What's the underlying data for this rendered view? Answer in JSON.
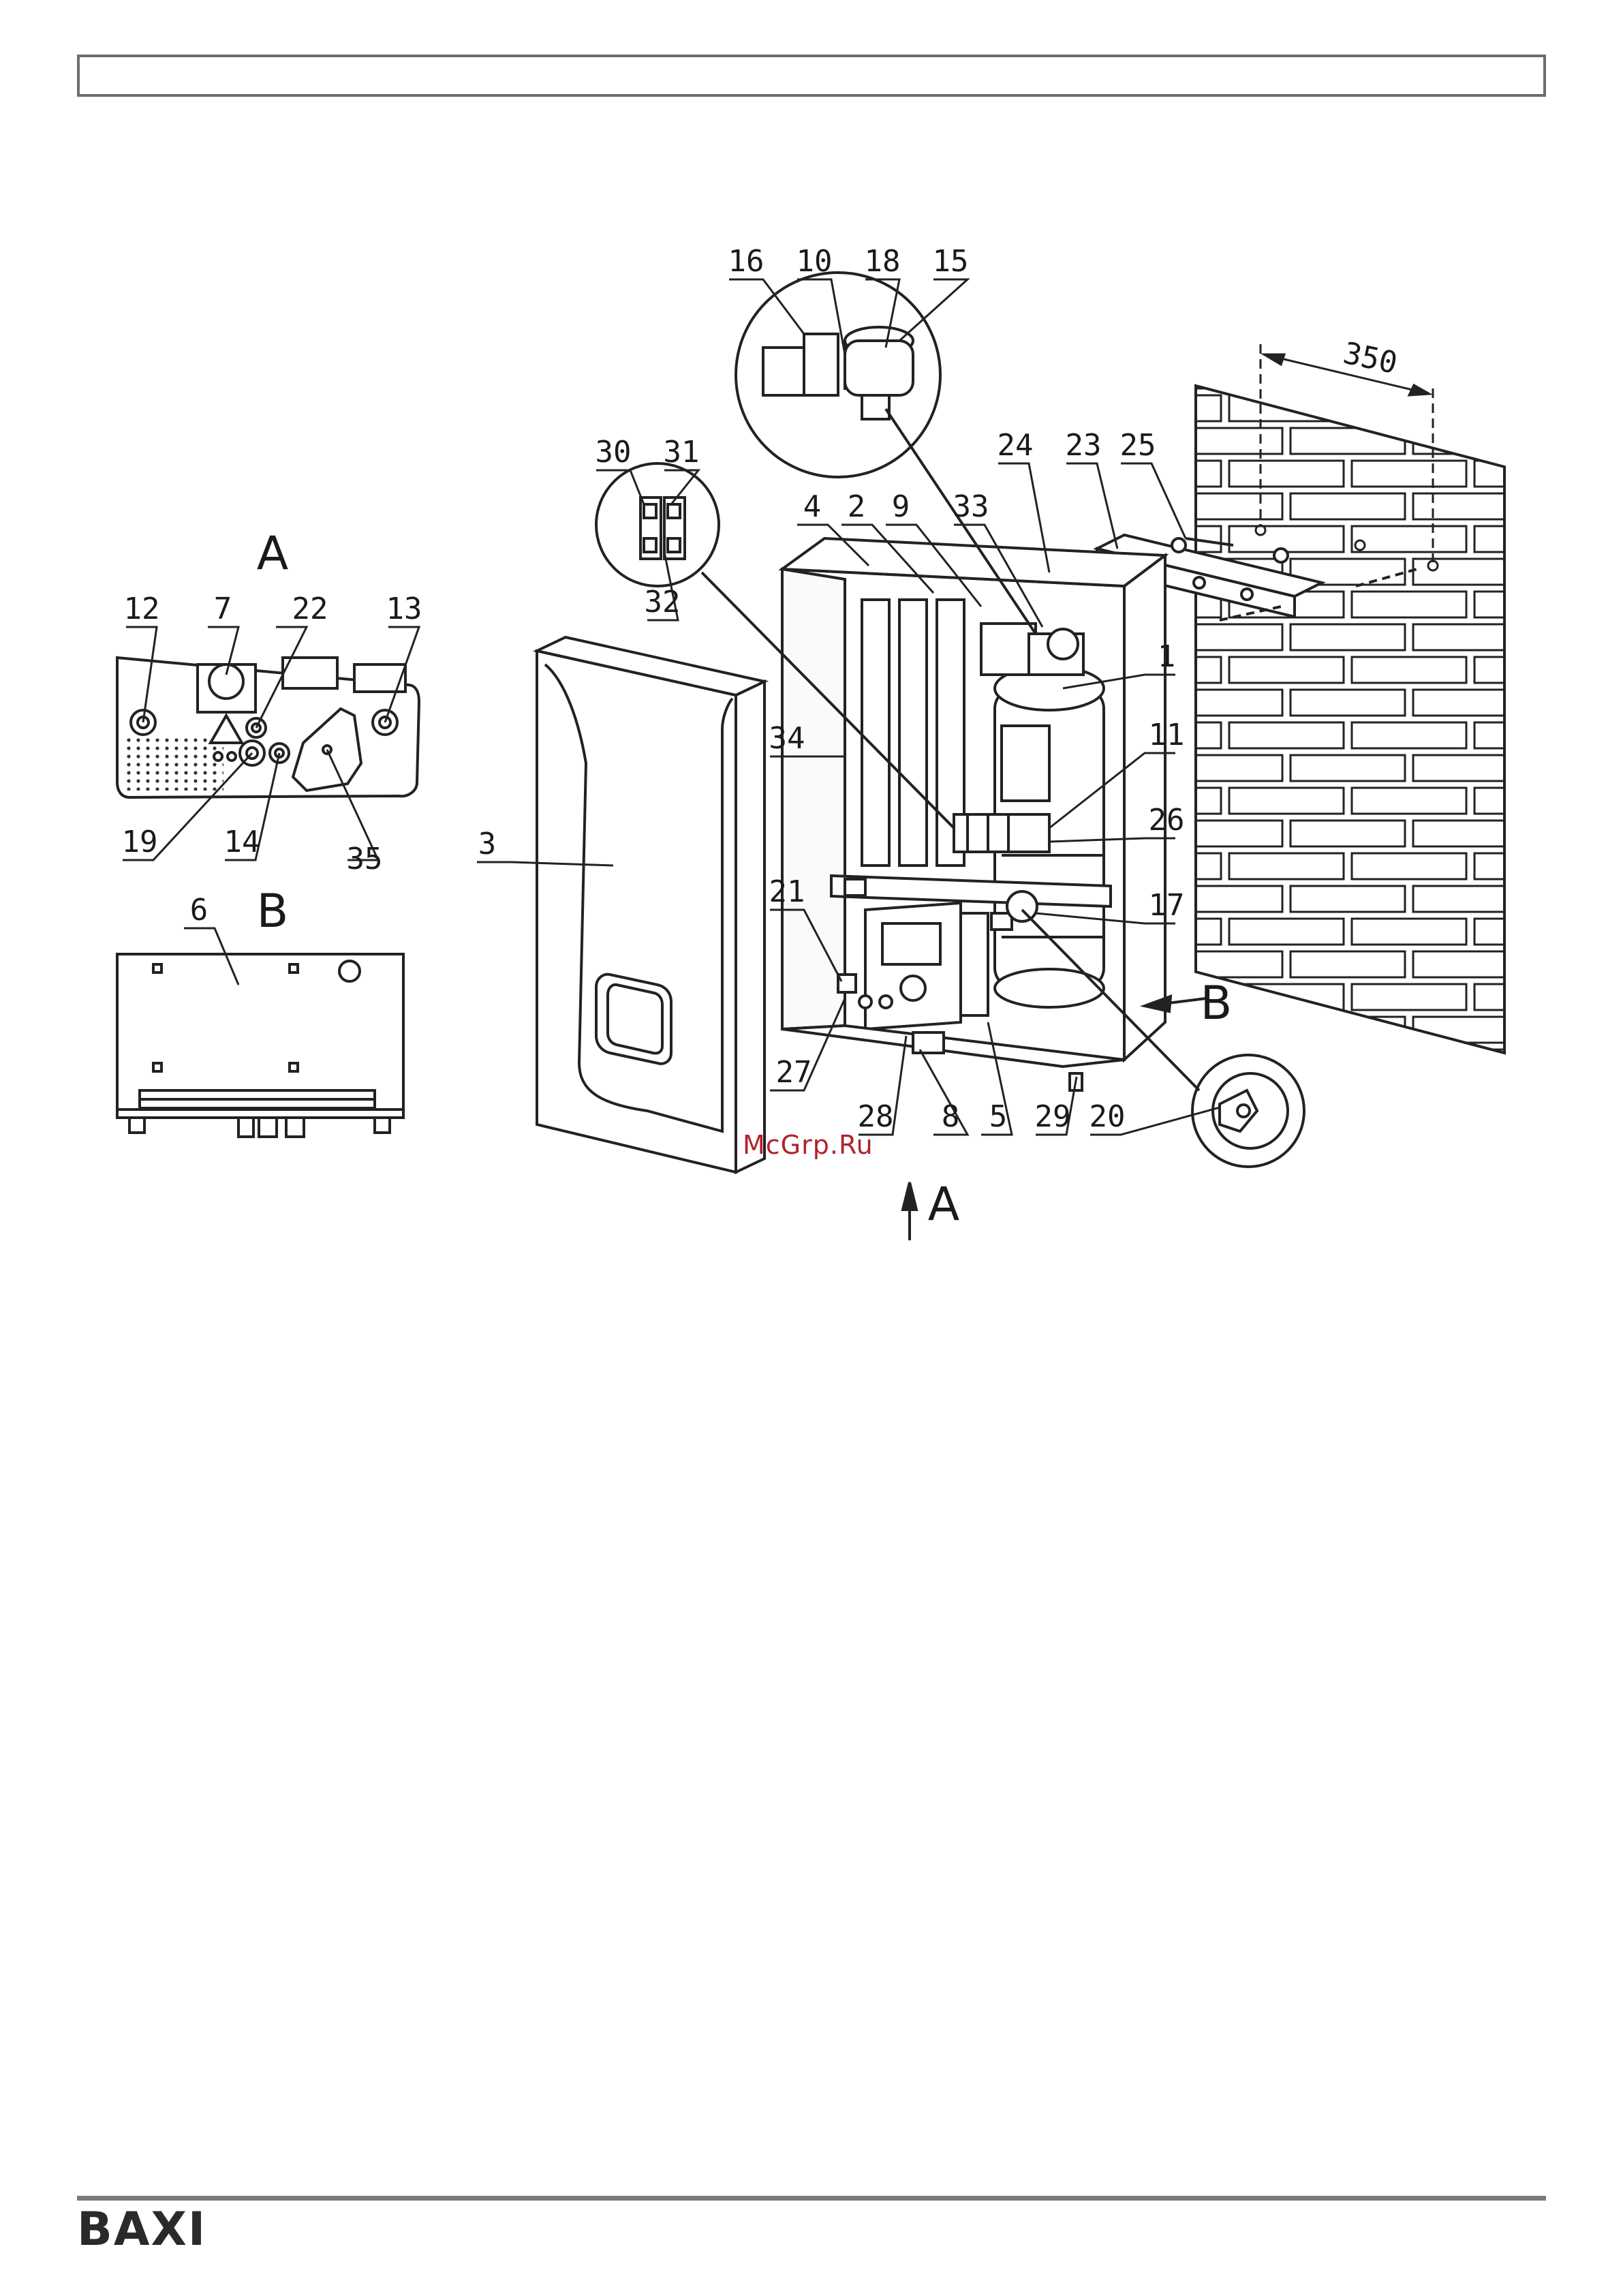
{
  "watermark": "McGrp.Ru",
  "brand": "BAXI",
  "views": {
    "view_a": "A",
    "view_b": "B",
    "arrow_a": "A",
    "arrow_b": "B"
  },
  "dimension": "350",
  "callouts": {
    "c1": "1",
    "c2": "2",
    "c3": "3",
    "c4": "4",
    "c5": "5",
    "c6": "6",
    "c7": "7",
    "c8": "8",
    "c9": "9",
    "c10": "10",
    "c11": "11",
    "c12": "12",
    "c13": "13",
    "c14": "14",
    "c15": "15",
    "c16": "16",
    "c17": "17",
    "c18": "18",
    "c19": "19",
    "c20": "20",
    "c21": "21",
    "c22": "22",
    "c23": "23",
    "c24": "24",
    "c25": "25",
    "c26": "26",
    "c27": "27",
    "c28": "28",
    "c29": "29",
    "c30": "30",
    "c31": "31",
    "c32": "32",
    "c33": "33",
    "c34": "34",
    "c35": "35"
  }
}
